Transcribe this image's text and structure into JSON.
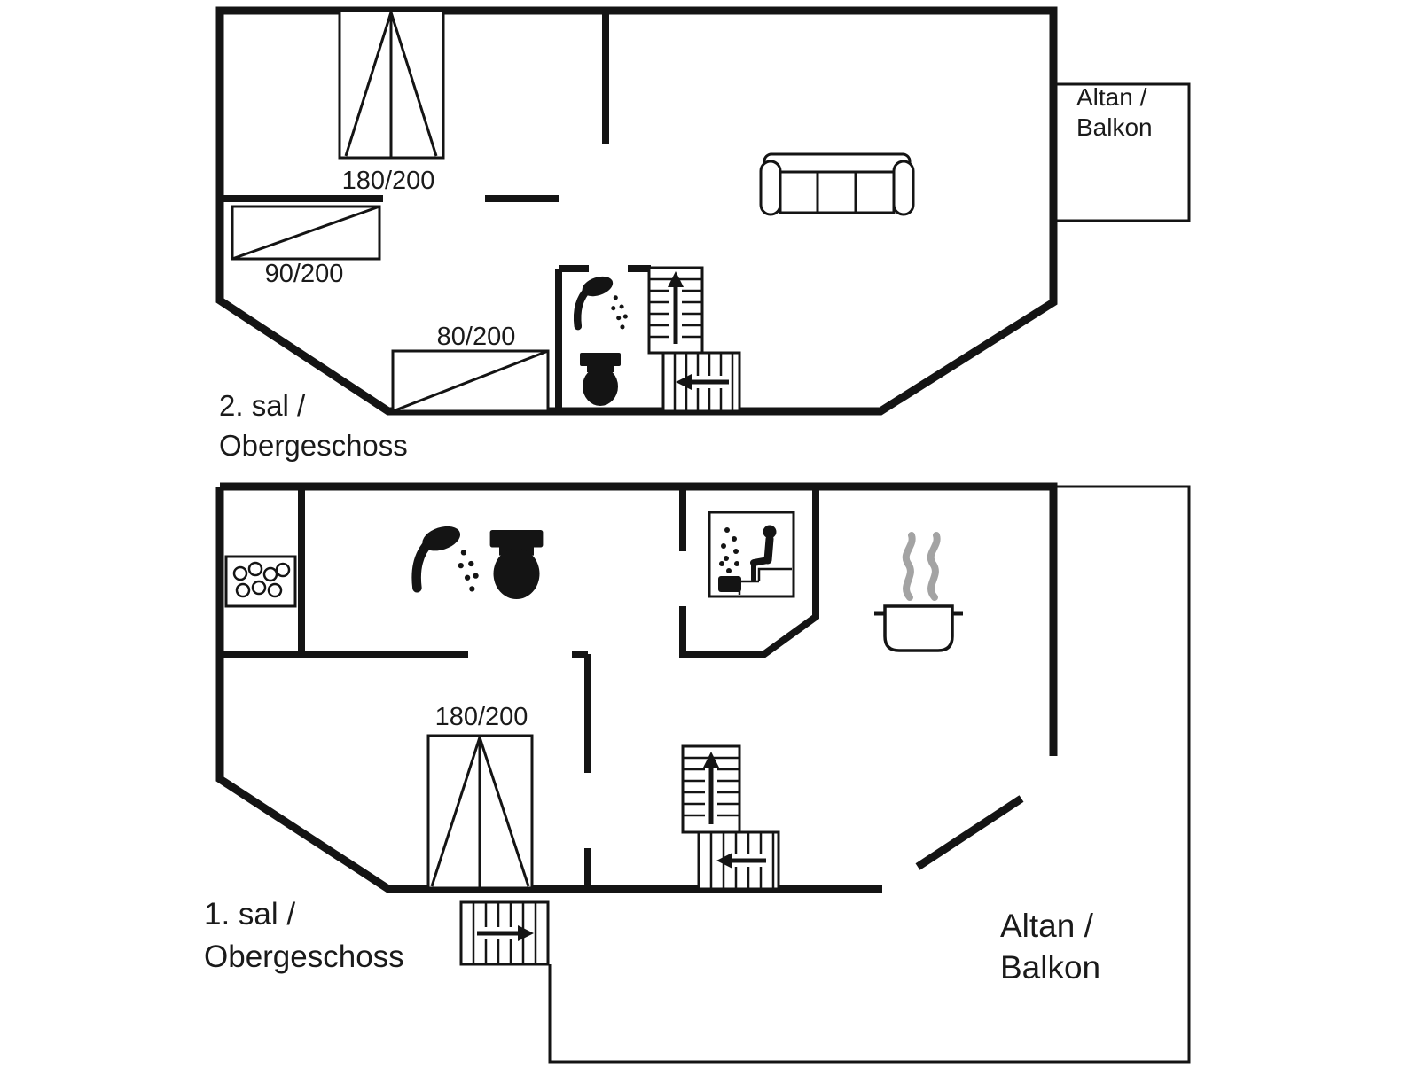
{
  "colors": {
    "wall": "#141414",
    "background": "#ffffff",
    "steam": "#a3a3a3"
  },
  "icons": {
    "shower": "shower-icon",
    "toilet": "toilet-icon",
    "sauna": "sauna-icon",
    "cooking_pot": "cooking-pot-icon",
    "sofa": "sofa-icon",
    "stairs_up": "stairs-up-arrow-icon",
    "stairs_side": "stairs-side-arrow-icon",
    "washbasin": "washbasin-icon",
    "bed": "bed-symbol"
  },
  "upper_floor": {
    "name_line1": "2. sal /",
    "name_line2": "Obergeschoss",
    "balcony_line1": "Altan /",
    "balcony_line2": "Balkon",
    "bed_double": "180/200",
    "bed_single": "90/200",
    "bed_small": "80/200"
  },
  "lower_floor": {
    "name_line1": "1. sal /",
    "name_line2": "Obergeschoss",
    "balcony_line1": "Altan /",
    "balcony_line2": "Balkon",
    "bed_double": "180/200"
  }
}
